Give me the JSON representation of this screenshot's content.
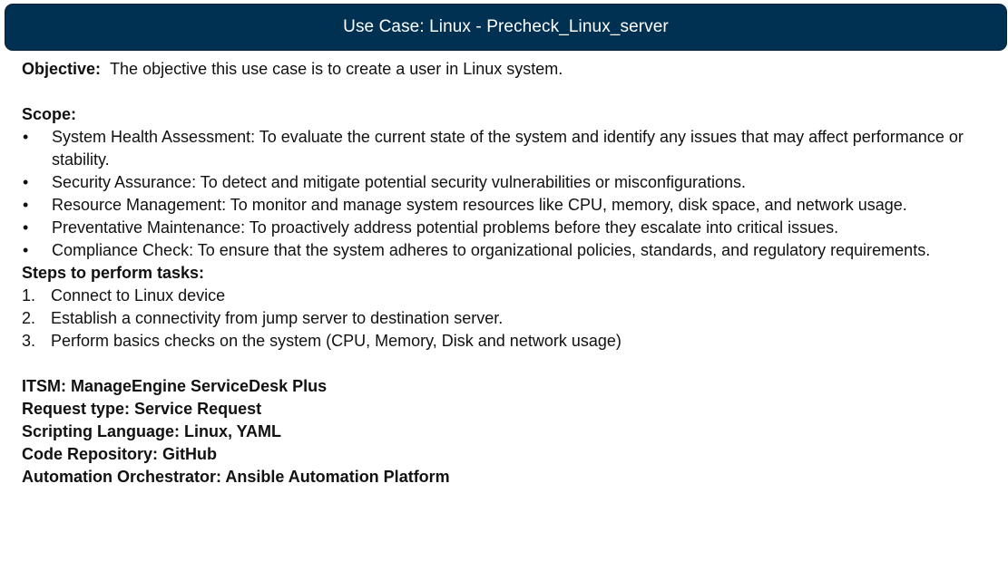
{
  "header": {
    "title": "Use Case:  Linux - Precheck_Linux_server"
  },
  "objective": {
    "label": "Objective:",
    "text": "The objective this use case is to create a user in Linux system."
  },
  "scope": {
    "label": "Scope:",
    "bullet_symbol": "•",
    "items": [
      "System Health Assessment: To evaluate the current state of the system and identify any issues that may affect performance or stability.",
      "Security Assurance: To detect and mitigate potential security vulnerabilities or misconfigurations.",
      "Resource Management: To monitor and manage system resources like CPU, memory, disk space, and network usage.",
      "Preventative Maintenance: To proactively address potential problems before they escalate into critical issues.",
      "Compliance Check: To ensure that the system adheres to organizational policies, standards, and regulatory requirements."
    ]
  },
  "steps": {
    "label": "Steps to perform tasks:",
    "items": [
      {
        "number": "1.",
        "text": "Connect to Linux device"
      },
      {
        "number": "2.",
        "text": "Establish a connectivity from jump server to destination server."
      },
      {
        "number": "3.",
        "text": "Perform basics checks on the system (CPU, Memory, Disk and network usage)"
      }
    ]
  },
  "details": [
    "ITSM: ManageEngine ServiceDesk Plus",
    "Request type: Service Request",
    "Scripting Language: Linux, YAML",
    "Code Repository: GitHub",
    "Automation Orchestrator: Ansible Automation Platform"
  ],
  "colors": {
    "header_bg": "#003152",
    "header_text": "#ffffff",
    "body_text": "#111111"
  }
}
